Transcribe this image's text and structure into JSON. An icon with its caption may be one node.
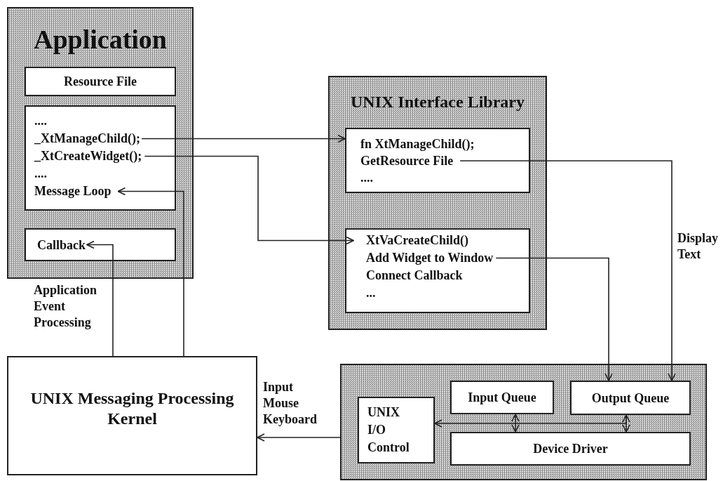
{
  "diagram": {
    "nodes": [
      {
        "text": [
          "Application"
        ]
      },
      {
        "text": [
          "Resource File"
        ],
        "in": 0
      },
      {
        "text": [
          "....",
          "_XtManageChild();",
          "_XtCreateWidget();",
          "....",
          "Message Loop"
        ],
        "in": 0
      },
      {
        "text": [
          "Callback"
        ],
        "in": 0
      },
      {
        "text": [
          "UNIX Interface Library"
        ]
      },
      {
        "text": [
          "fn XtManageChild();",
          "GetResource File",
          "...."
        ],
        "in": 4
      },
      {
        "text": [
          "XtVaCreateChild()",
          "Add Widget to Window",
          "Connect Callback",
          "..."
        ],
        "in": 4
      },
      {
        "text": [
          "UNIX Messaging Processing Kernel"
        ]
      },
      {
        "text": [],
        "shape": "box"
      },
      {
        "text": [
          "UNIX I/O Control"
        ],
        "in": 8
      },
      {
        "text": [
          "Input Queue"
        ],
        "in": 8
      },
      {
        "text": [
          "Output Queue"
        ],
        "in": 8
      },
      {
        "text": [
          "Device Driver"
        ],
        "in": 8
      }
    ],
    "edges": [
      {
        "from": 2,
        "to": 5,
        "arrow": "to"
      },
      {
        "from": 2,
        "to": 6,
        "arrow": "to"
      },
      {
        "from": 5,
        "to": 11,
        "arrow": "to",
        "label": "Display Text"
      },
      {
        "from": 6,
        "to": 11,
        "arrow": "to"
      },
      {
        "from": 7,
        "to": 2,
        "arrow": "to"
      },
      {
        "from": 7,
        "to": 3,
        "arrow": "to",
        "label": "Application Event Processing"
      },
      {
        "from": 8,
        "to": 7,
        "arrow": "to",
        "label": "Input Mouse Keyboard"
      },
      {
        "from": 10,
        "to": 12,
        "arrow": "both"
      },
      {
        "from": 11,
        "to": 12,
        "arrow": "both"
      },
      {
        "from": 11,
        "to": 9,
        "arrow": "to"
      }
    ]
  }
}
